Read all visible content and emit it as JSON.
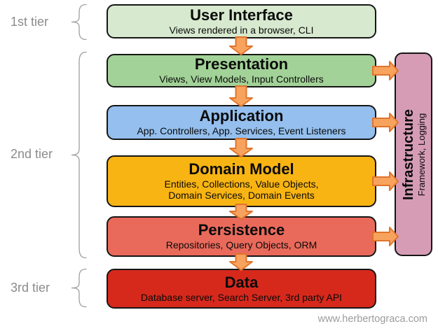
{
  "diagram": {
    "watermark": "www.herbertograca.com"
  },
  "tiers": [
    {
      "label": "1st tier"
    },
    {
      "label": "2nd tier"
    },
    {
      "label": "3rd tier"
    }
  ],
  "layers": [
    {
      "id": "user-interface",
      "title": "User Interface",
      "subtitle": "Views rendered in a browser, CLI",
      "color": "#d7e9cf"
    },
    {
      "id": "presentation",
      "title": "Presentation",
      "subtitle": "Views, View Models, Input Controllers",
      "color": "#a2d297"
    },
    {
      "id": "application",
      "title": "Application",
      "subtitle": "App. Controllers, App. Services, Event Listeners",
      "color": "#94bfee"
    },
    {
      "id": "domain-model",
      "title": "Domain Model",
      "subtitle": "Entities, Collections, Value Objects,",
      "subtitle2": "Domain Services, Domain Events",
      "color": "#f8b413"
    },
    {
      "id": "persistence",
      "title": "Persistence",
      "subtitle": "Repositories, Query Objects, ORM",
      "color": "#e96a5b"
    },
    {
      "id": "data",
      "title": "Data",
      "subtitle": "Database server, Search Server, 3rd party API",
      "color": "#d6291c"
    }
  ],
  "infrastructure": {
    "title": "Infrastructure",
    "subtitle": "Framework, Logging",
    "color": "#d69cb6"
  },
  "colors": {
    "arrow_fill": "#f8a35d",
    "arrow_stroke": "#e0742b",
    "box_border": "#161616",
    "tier_label": "#8c8c8c",
    "brace": "#9e9e9e",
    "watermark": "#9c9c9c"
  }
}
